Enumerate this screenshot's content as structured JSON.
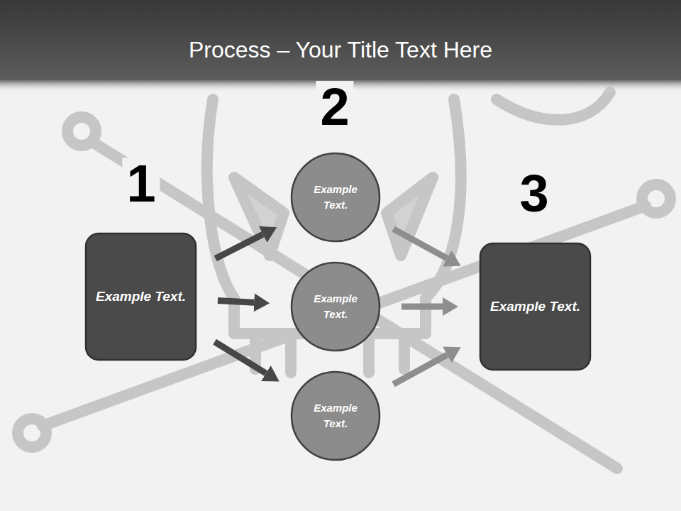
{
  "diagram": {
    "title": "Process – Your Title Text Here",
    "nodes": [
      {
        "text": [
          "Example Text."
        ]
      },
      {
        "text": [
          "Example Text."
        ]
      },
      {
        "text": [
          "Example Text."
        ]
      },
      {
        "text": [
          "Example Text."
        ]
      },
      {
        "text": [
          "Example Text."
        ]
      }
    ],
    "edges": [
      {
        "from": 0,
        "to": 1,
        "arrow": "to"
      },
      {
        "from": 0,
        "to": 2,
        "arrow": "to"
      },
      {
        "from": 0,
        "to": 3,
        "arrow": "to"
      },
      {
        "from": 1,
        "to": 4,
        "arrow": "to"
      },
      {
        "from": 2,
        "to": 4,
        "arrow": "to"
      },
      {
        "from": 3,
        "to": 4,
        "arrow": "to"
      }
    ],
    "labels": [
      "1",
      "2",
      "3"
    ]
  }
}
